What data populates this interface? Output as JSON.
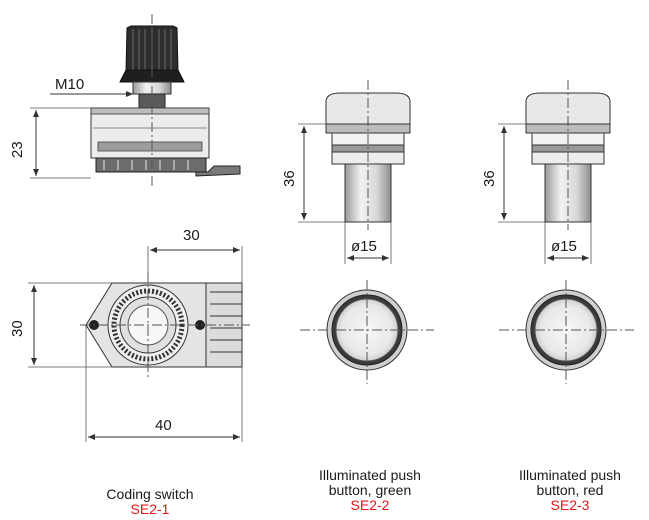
{
  "dimensions": {
    "thread": "M10",
    "switch_height": "23",
    "switch_width": "30",
    "switch_depth": "30",
    "switch_length": "40",
    "green_height": "36",
    "green_diameter": "ø15",
    "red_height": "36",
    "red_diameter": "ø15"
  },
  "captions": {
    "coding_switch": {
      "name_line1": "Coding switch",
      "code": "SE2-1"
    },
    "green_button": {
      "name_line1": "Illuminated push",
      "name_line2": "button, green",
      "code": "SE2-2"
    },
    "red_button": {
      "name_line1": "Illuminated push",
      "name_line2": "button, red",
      "code": "SE2-3"
    }
  },
  "colors": {
    "code_text": "#e3161b",
    "line": "#333333",
    "fill_light": "#e6e6e6",
    "fill_dark": "#3a3a3a"
  }
}
